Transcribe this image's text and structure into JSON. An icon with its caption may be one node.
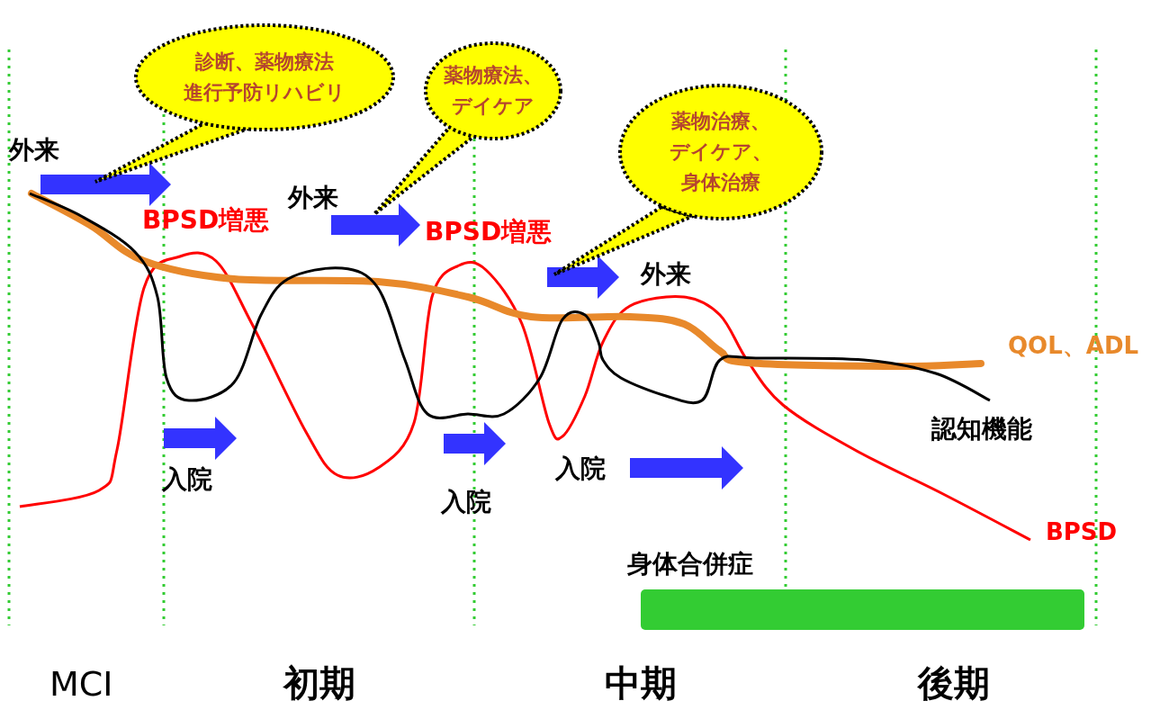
{
  "diagram": {
    "nodes": [
      {
        "text": [
          "診断、薬物療法",
          "進行予防リハビリ"
        ]
      },
      {
        "text": [
          "薬物療法、",
          "デイケア"
        ]
      },
      {
        "text": [
          "薬物治療、",
          "デイケア、",
          "身体治療"
        ]
      },
      {
        "text": [
          "身体合併症"
        ]
      }
    ],
    "labels": [
      "外来",
      "BPSD増悪",
      "外来",
      "BPSD増悪",
      "外来",
      "QOL、ADL",
      "認知機能",
      "入院",
      "入院",
      "入院",
      "BPSD",
      "MCI",
      "初期",
      "中期",
      "後期"
    ]
  }
}
